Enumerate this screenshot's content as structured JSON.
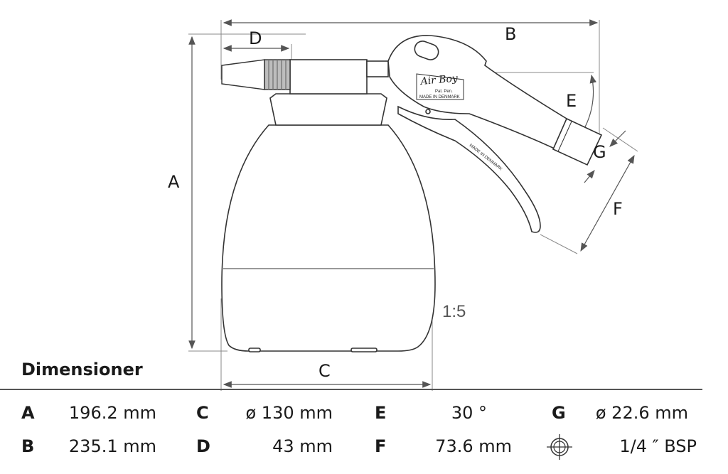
{
  "scale_label": "1:5",
  "product": {
    "brand": "Air Boy",
    "pat": "Pat. Pen.",
    "made_in": "MADE IN DENMARK",
    "trigger_text": "MADE IN DENMARK"
  },
  "labels": {
    "A": "A",
    "B": "B",
    "C": "C",
    "D": "D",
    "E": "E",
    "F": "F",
    "G": "G"
  },
  "table": {
    "heading": "Dimensioner",
    "rows": [
      {
        "key": "A",
        "value": "196.2  mm"
      },
      {
        "key": "B",
        "value": "235.1  mm"
      },
      {
        "key": "C",
        "value": "ø 130  mm"
      },
      {
        "key": "D",
        "value": "43  mm"
      },
      {
        "key": "E",
        "value": "30  °"
      },
      {
        "key": "F",
        "value": "73.6  mm"
      },
      {
        "key": "G",
        "value": "ø 22.6  mm"
      },
      {
        "key": "",
        "value": "1/4 ″ BSP",
        "icon": "thread-crosshair-icon"
      }
    ]
  }
}
